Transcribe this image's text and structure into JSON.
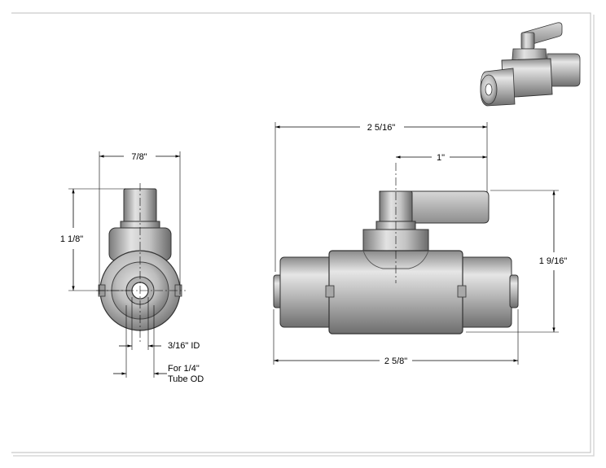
{
  "drawing": {
    "dimensions": {
      "side_width": "7/8\"",
      "side_height": "1 1/8\"",
      "inner_diameter": "3/16\" ID",
      "tube_od_line1": "For 1/4\"",
      "tube_od_line2": "Tube OD",
      "overall_top": "2 5/16\"",
      "handle_offset": "1\"",
      "overall_height": "1 9/16\"",
      "overall_bottom": "2 5/8\""
    }
  }
}
